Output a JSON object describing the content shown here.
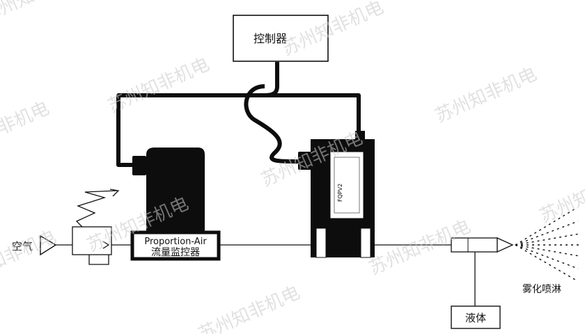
{
  "labels": {
    "controller": "控制器",
    "flow_monitor_line1": "Proportion-Air",
    "flow_monitor_line2": "流量监控器",
    "air": "空气",
    "liquid": "液体",
    "atomize_spray": "雾化喷淋",
    "device_model": "FQPV2"
  },
  "watermark": "苏州知非机电"
}
